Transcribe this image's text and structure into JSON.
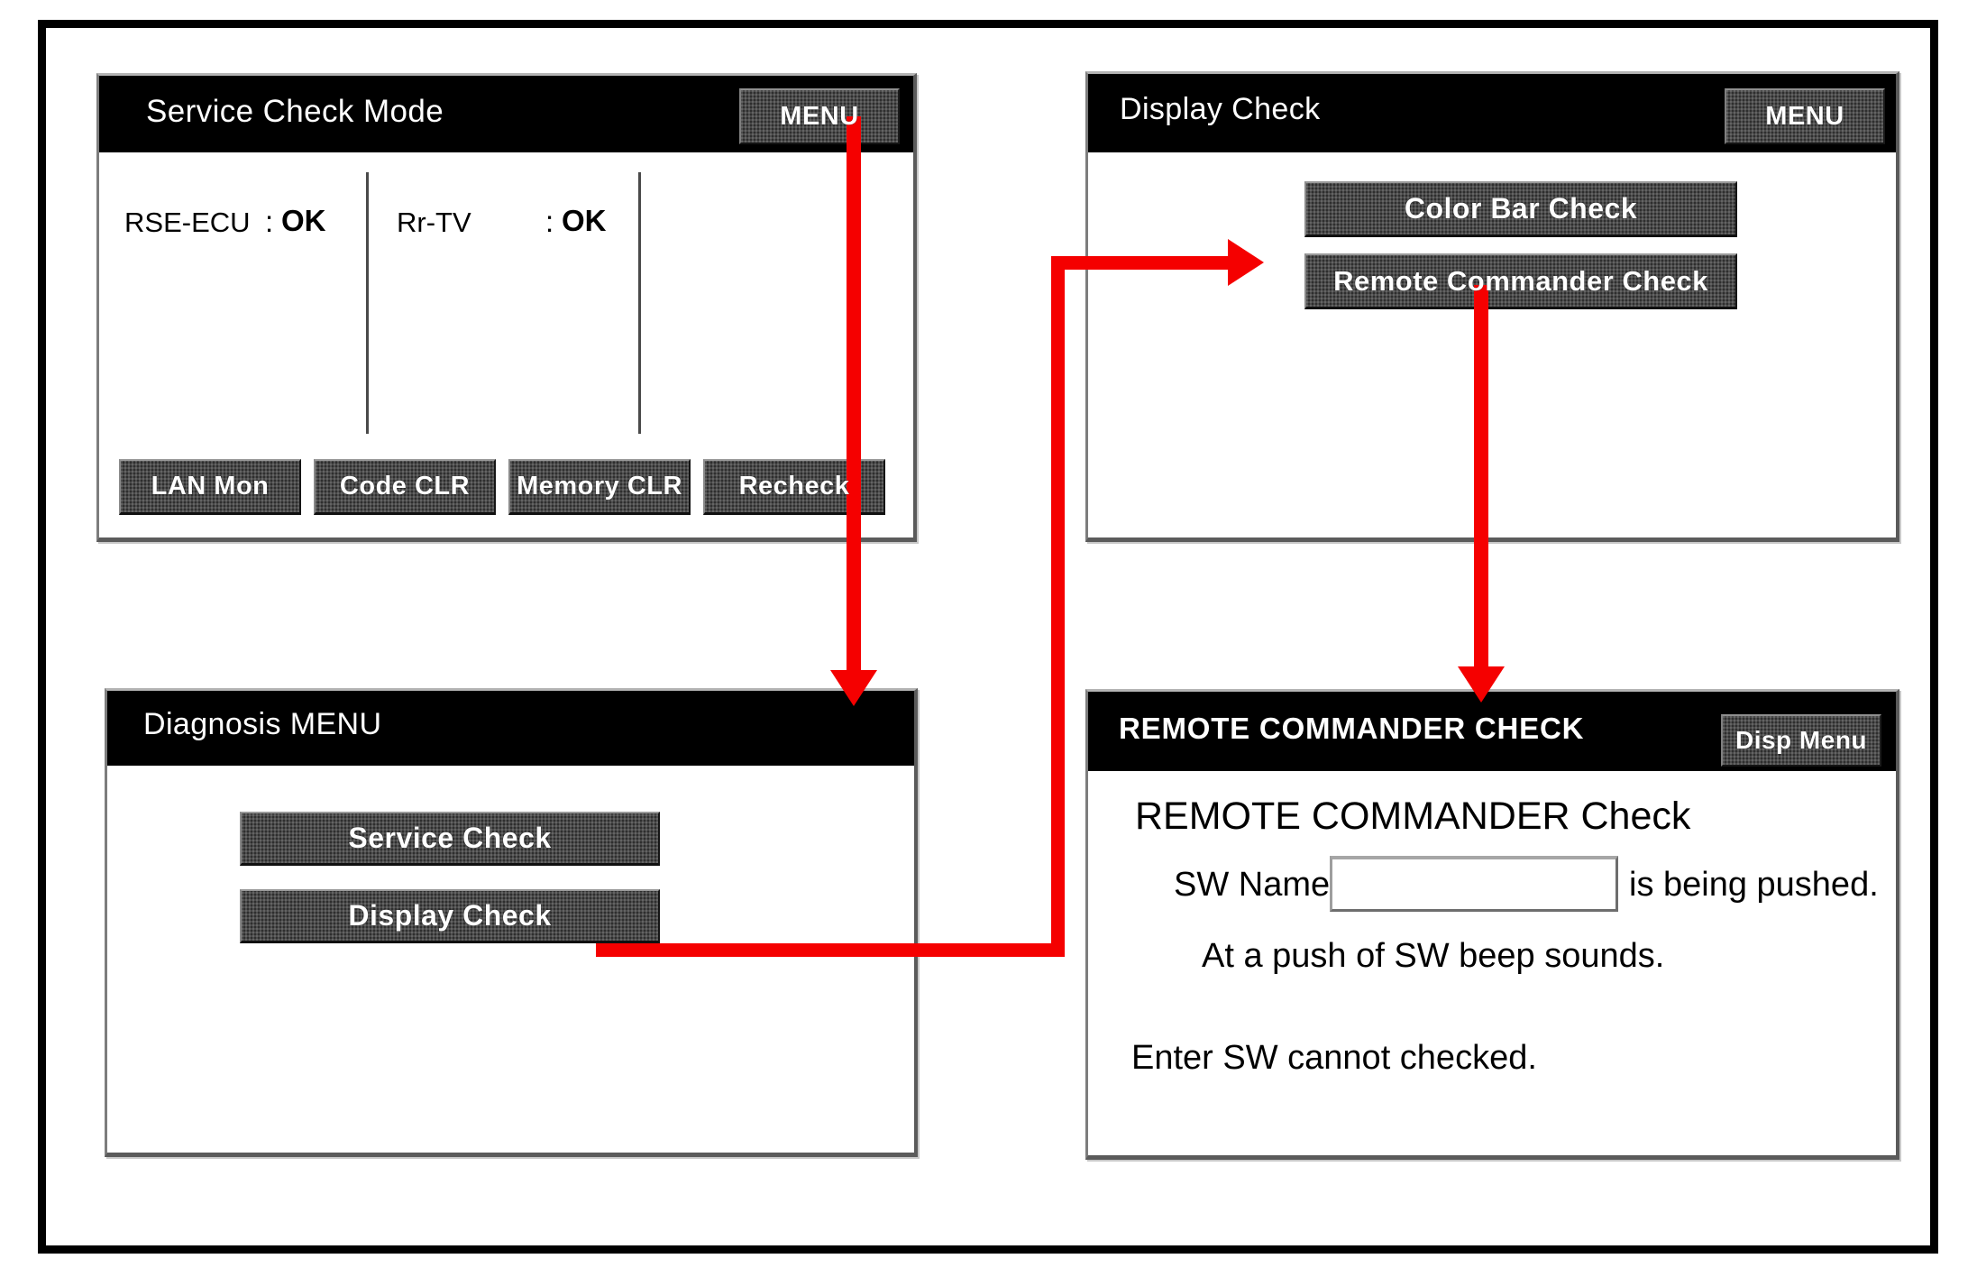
{
  "accent": {
    "arrow_red": "#f50000",
    "titlebar_bg": "#000000",
    "button_bg": "#2e2e2e",
    "panel_bg": "#ffffff"
  },
  "panels": {
    "service_check": {
      "title": "Service  Check  Mode",
      "menu_button": "MENU",
      "status_rows": [
        {
          "label": "RSE-ECU",
          "separator": ":",
          "value": "OK"
        },
        {
          "label": "Rr-TV",
          "separator": ":",
          "value": "OK"
        }
      ],
      "action_buttons": [
        "LAN Mon",
        "Code CLR",
        "Memory CLR",
        "Recheck"
      ]
    },
    "display_check": {
      "title": "Display Check",
      "menu_button": "MENU",
      "items": [
        "Color  Bar  Check",
        "Remote Commander  Check"
      ]
    },
    "diagnosis_menu": {
      "title": "Diagnosis MENU",
      "items": [
        "Service  Check",
        "Display  Check"
      ]
    },
    "remote_commander_check": {
      "title": "REMOTE COMMANDER CHECK",
      "menu_button": "Disp Menu",
      "heading": "REMOTE COMMANDER Check",
      "sw_name_label": "SW Name",
      "sw_name_value": "",
      "sw_name_suffix": "is being pushed.",
      "note_beep": "At a push of SW beep sounds.",
      "note_enter": "Enter SW cannot checked."
    }
  },
  "flow": {
    "arrows": [
      {
        "name": "service-menu-to-diagnosis",
        "direction": "down"
      },
      {
        "name": "diagnosis-display-check-to-remote-commander",
        "direction": "right"
      },
      {
        "name": "remote-commander-to-detail",
        "direction": "down"
      }
    ]
  }
}
